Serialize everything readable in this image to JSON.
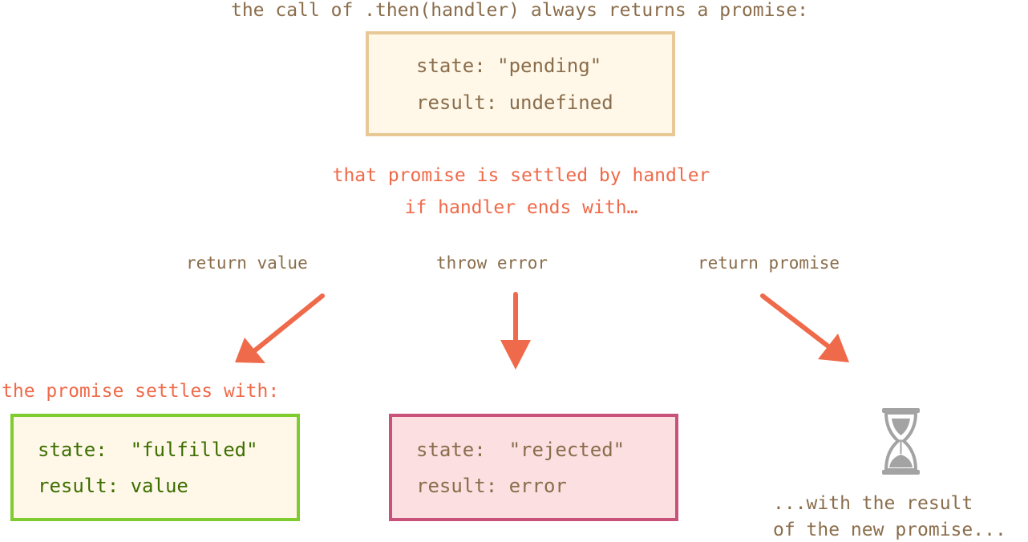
{
  "heading": "the call of .then(handler) always returns a promise:",
  "pending_promise": {
    "state": "state: \"pending\"",
    "result": "result: undefined"
  },
  "settle_note": {
    "line1": "that promise is settled by handler",
    "line2": "if handler ends with…"
  },
  "cases": {
    "return_value": "return value",
    "throw_error": "throw error",
    "return_promise": "return promise"
  },
  "settles_with": "the promise settles with:",
  "fulfilled_promise": {
    "state": "state:  \"fulfilled\"",
    "result": "result: value"
  },
  "rejected_promise": {
    "state": "state:  \"rejected\"",
    "result": "result: error"
  },
  "new_promise_note": {
    "line1": "...with the result",
    "line2": "of the new promise..."
  },
  "icons": {
    "arrows": "arrow-icon",
    "waiting": "hourglass-icon"
  },
  "colors": {
    "text_brown": "#8a6d4b",
    "accent_orange": "#ef6a4a",
    "pending_fill": "#fff8e9",
    "pending_border": "#e8c996",
    "fulfilled_border": "#7ecc2e",
    "fulfilled_text": "#3d6e00",
    "rejected_fill": "#fbdfe1",
    "rejected_border": "#c8527a",
    "hourglass": "#a3a3a3"
  }
}
